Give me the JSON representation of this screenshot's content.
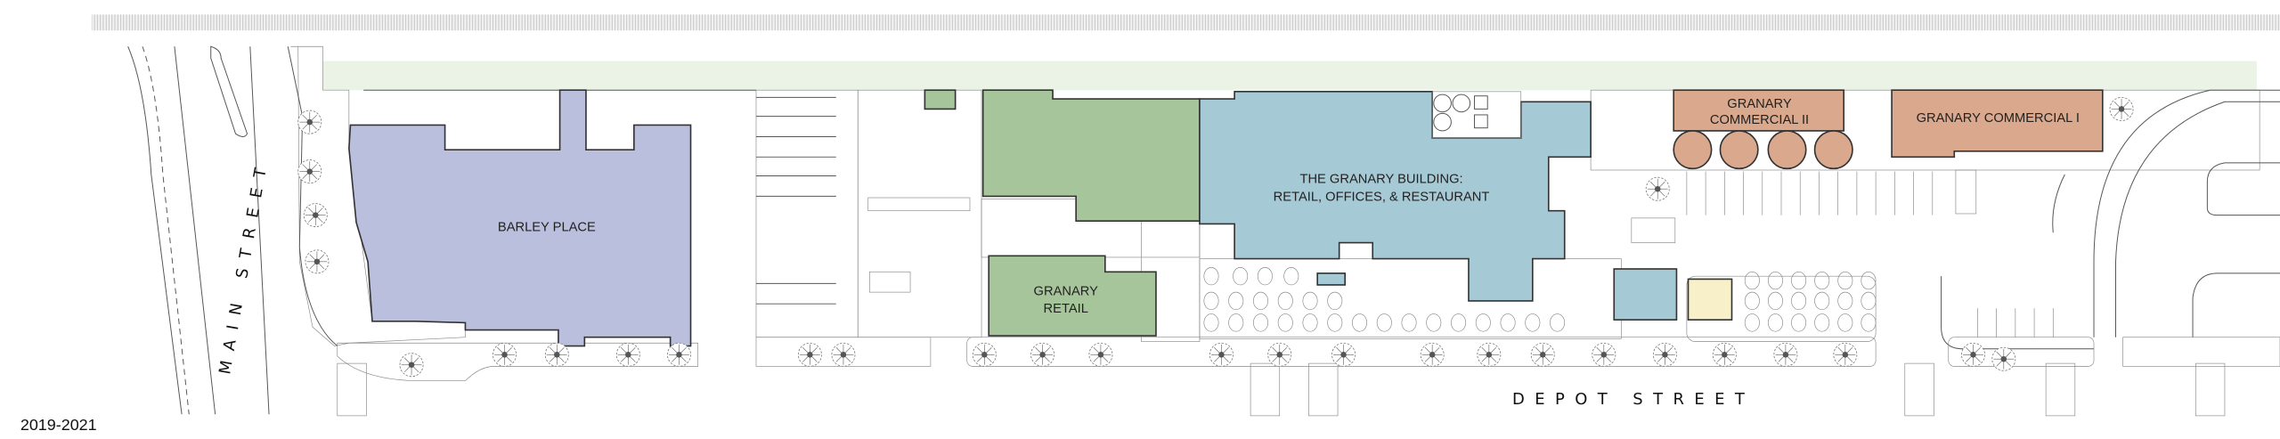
{
  "title_year": "2019-2021",
  "streets": {
    "main": "MAIN STREET",
    "depot": "DEPOT STREET"
  },
  "buildings": {
    "barley_place": {
      "label": "BARLEY PLACE",
      "color": "#babfdd"
    },
    "granary_retail": {
      "label_line1": "GRANARY",
      "label_line2": "RETAIL",
      "color": "#a7c59a"
    },
    "granary_building": {
      "label_line1": "THE GRANARY BUILDING:",
      "label_line2": "RETAIL, OFFICES, & RESTAURANT",
      "color": "#a6c9d6"
    },
    "granary_commercial_2": {
      "label_line1": "GRANARY",
      "label_line2": "COMMERCIAL II",
      "color": "#d9a88d"
    },
    "granary_commercial_1": {
      "label": "GRANARY COMMERCIAL I",
      "color": "#d9a88d"
    },
    "accent_yellow": "#f8f0c8",
    "lawn": "#eaf3e5"
  }
}
